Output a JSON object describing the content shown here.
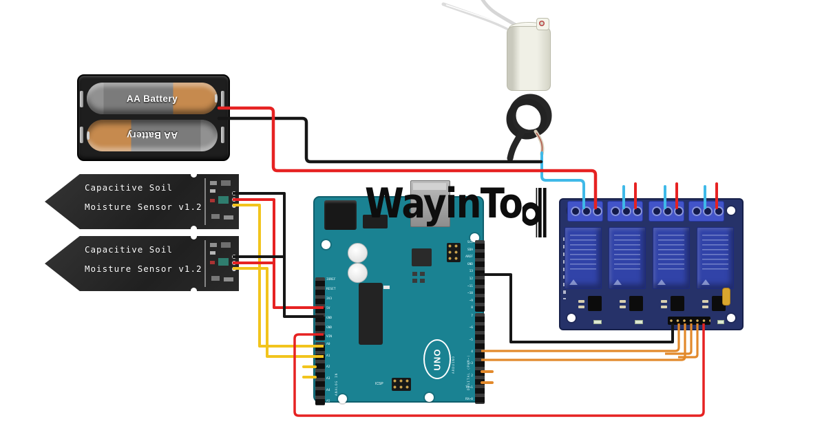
{
  "watermark": {
    "text": "WayinTo",
    "p_glyph": "p-bar-glyph"
  },
  "battery": {
    "top_label": "AA Battery",
    "bottom_label": "AA Battery"
  },
  "sensors": [
    {
      "line1": "Capacitive Soil",
      "line2": "Moisture Sensor v1.2"
    },
    {
      "line1": "Capacitive Soil",
      "line2": "Moisture Sensor v1.2"
    }
  ],
  "arduino": {
    "logo": "UNO",
    "brand_vertical": "ARDUINO",
    "icsp_label": "ICSP",
    "power_pins": [
      "IOREF",
      "RESET",
      "3V3",
      "5V",
      "GND",
      "GND",
      "VIN"
    ],
    "analog_pins": [
      "A0",
      "A1",
      "A2",
      "A3",
      "A4",
      "A5"
    ],
    "analog_group_label": "ANALOG IN",
    "right_top_pins": [
      "SCL",
      "SDA",
      "AREF",
      "GND",
      "13",
      "12",
      "~11",
      "~10",
      "~9",
      "8"
    ],
    "right_bottom_pins": [
      "7",
      "~6",
      "~5",
      "4",
      "~3",
      "2",
      "TX→1",
      "RX←0"
    ],
    "digital_group_label": "DIGITAL (PWM~)"
  },
  "colors": {
    "board_teal": "#1A8292",
    "board_teal_dark": "#0E5E6C",
    "relay_navy": "#263269",
    "relay_blue": "#3143A8",
    "terminal_blue": "#4254C9",
    "wire_red": "#E62222",
    "wire_black": "#161616",
    "wire_yellow": "#F2C41D",
    "wire_orange": "#E2892B",
    "wire_cyan": "#3FB9E8",
    "battery_copper": "#C68A4E",
    "holder_black": "#1E1E1E",
    "pump_body": "#E9E9DF",
    "logo_black": "#0D0D0D"
  }
}
